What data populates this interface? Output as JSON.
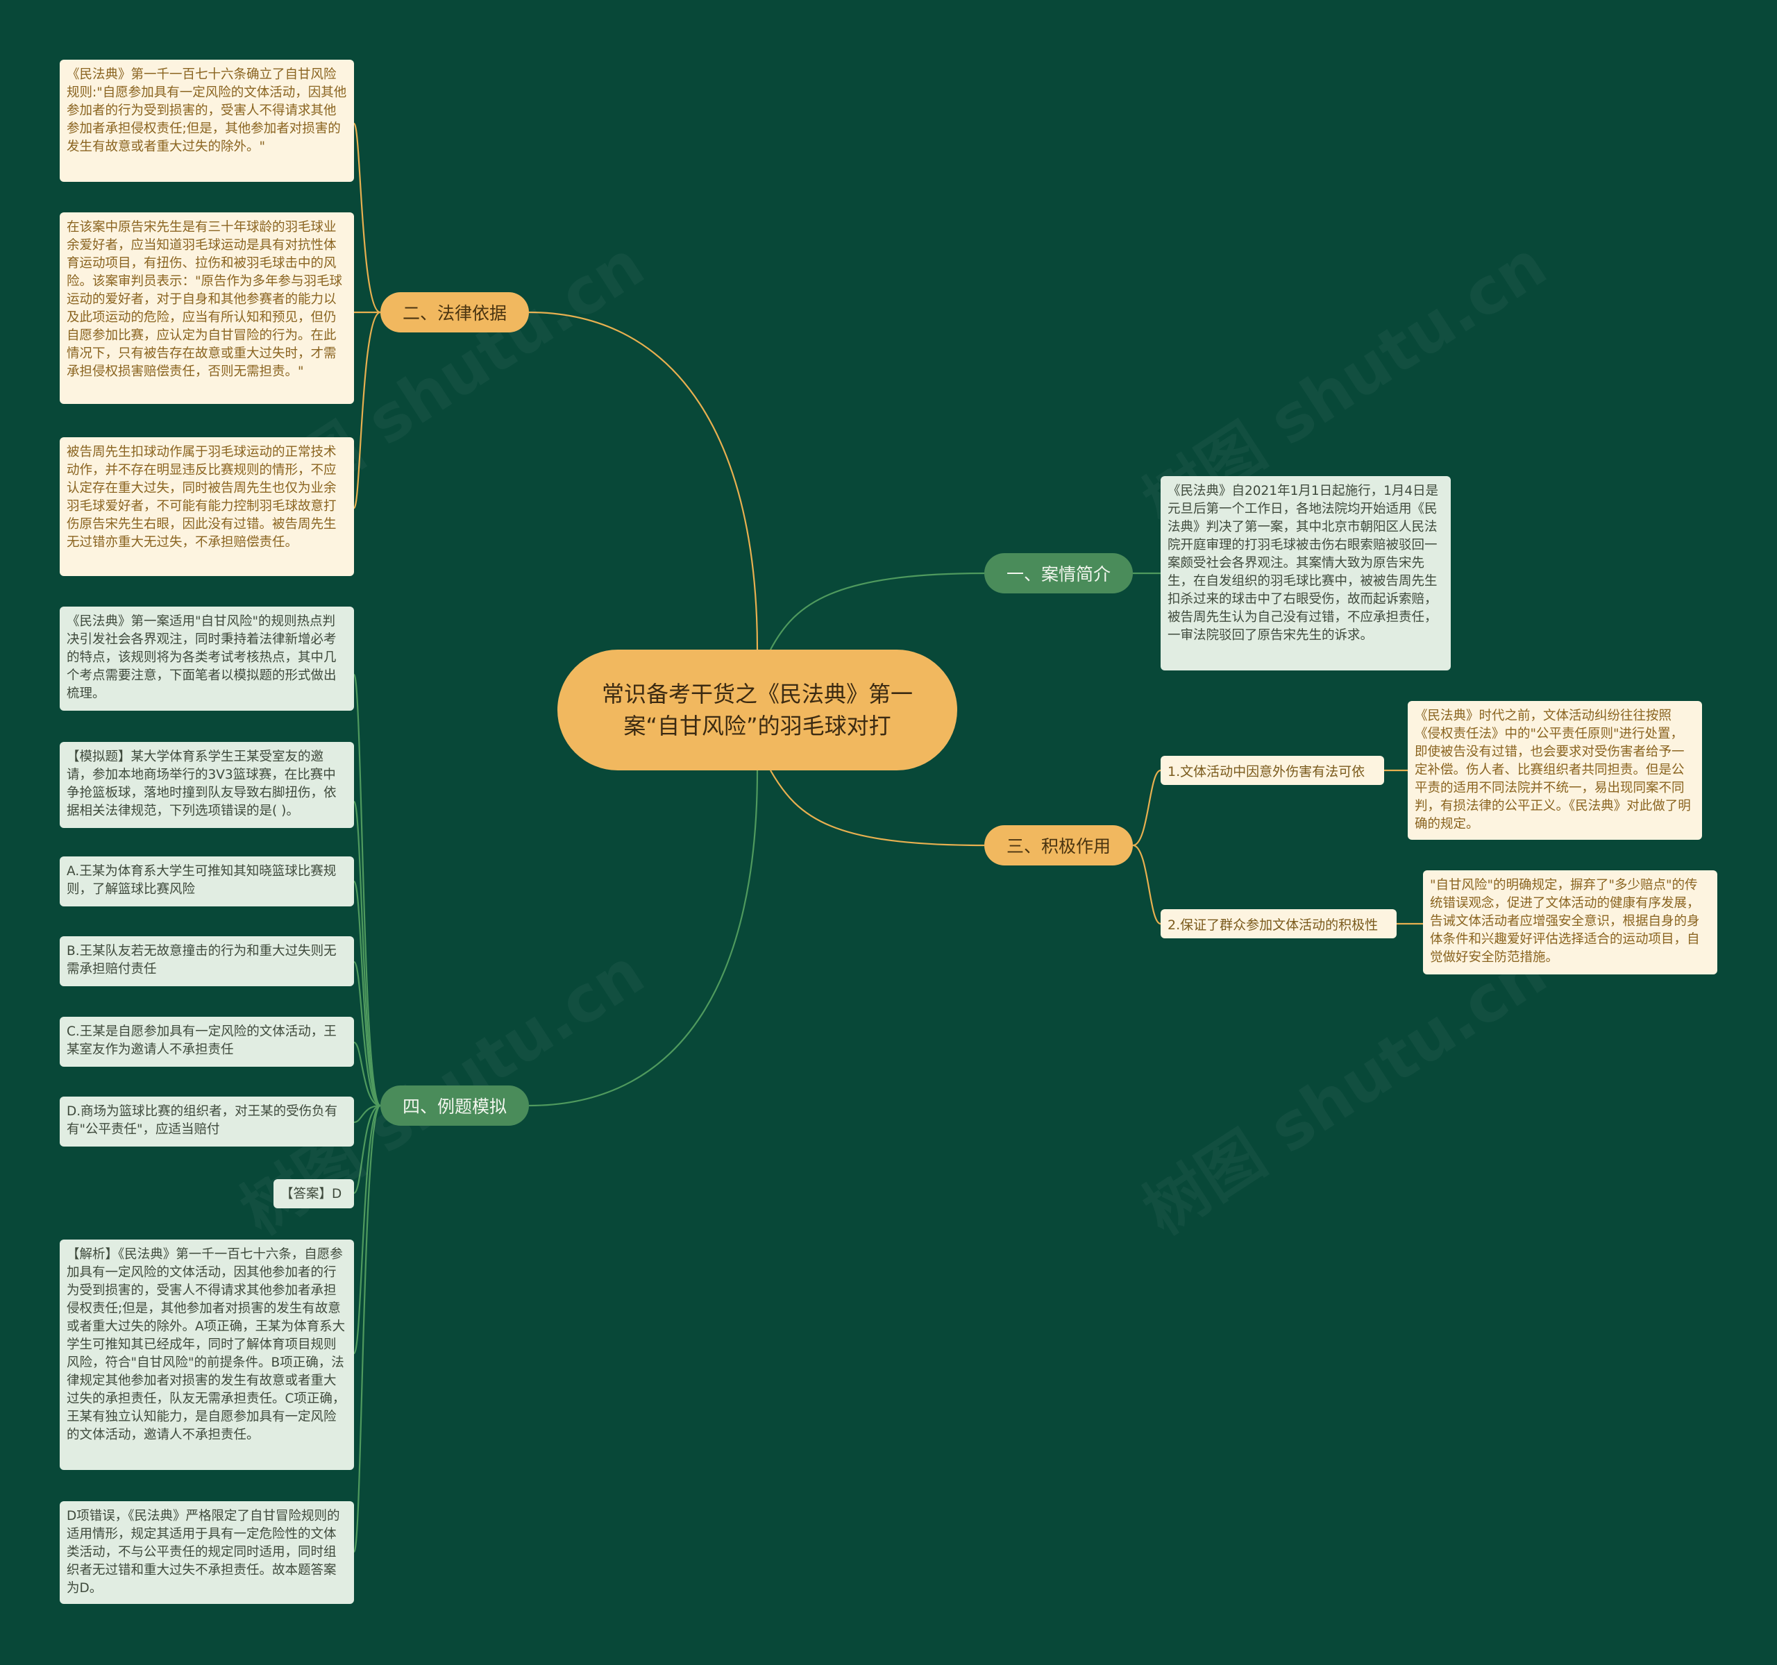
{
  "central": {
    "title": "常识备考干货之《民法典》第一案“自甘风险”的羽毛球对打"
  },
  "branches": {
    "b1": {
      "label": "一、案情简介",
      "cards": [
        "《民法典》自2021年1月1日起施行，1月4日是元旦后第一个工作日，各地法院均开始适用《民法典》判决了第一案，其中北京市朝阳区人民法院开庭审理的打羽毛球被击伤右眼索赔被驳回一案颇受社会各界观注。其案情大致为原告宋先生，在自发组织的羽毛球比赛中，被被告周先生扣杀过来的球击中了右眼受伤，故而起诉索赔，被告周先生认为自己没有过错，不应承担责任，一审法院驳回了原告宋先生的诉求。"
      ]
    },
    "b2": {
      "label": "二、法律依据",
      "cards": [
        "《民法典》第一千一百七十六条确立了自甘风险规则:\"自愿参加具有一定风险的文体活动，因其他参加者的行为受到损害的，受害人不得请求其他参加者承担侵权责任;但是，其他参加者对损害的发生有故意或者重大过失的除外。\"",
        "在该案中原告宋先生是有三十年球龄的羽毛球业余爱好者，应当知道羽毛球运动是具有对抗性体育运动项目，有扭伤、拉伤和被羽毛球击中的风险。该案审判员表示：\"原告作为多年参与羽毛球运动的爱好者，对于自身和其他参赛者的能力以及此项运动的危险，应当有所认知和预见，但仍自愿参加比赛，应认定为自甘冒险的行为。在此情况下，只有被告存在故意或重大过失时，才需承担侵权损害赔偿责任，否则无需担责。\"",
        "被告周先生扣球动作属于羽毛球运动的正常技术动作，并不存在明显违反比赛规则的情形，不应认定存在重大过失，同时被告周先生也仅为业余羽毛球爱好者，不可能有能力控制羽毛球故意打伤原告宋先生右眼，因此没有过错。被告周先生无过错亦重大无过失，不承担赔偿责任。"
      ]
    },
    "b3": {
      "label": "三、积极作用",
      "subs": [
        {
          "label": "1.文体活动中因意外伤害有法可依",
          "card": "《民法典》时代之前，文体活动纠纷往往按照《侵权责任法》中的\"公平责任原则\"进行处置，即使被告没有过错，也会要求对受伤害者给予一定补偿。伤人者、比赛组织者共同担责。但是公平责的适用不同法院并不统一，易出现同案不同判，有损法律的公平正义。《民法典》对此做了明确的规定。"
        },
        {
          "label": "2.保证了群众参加文体活动的积极性",
          "card": "\"自甘风险\"的明确规定，摒弃了\"多少赔点\"的传统错误观念，促进了文体活动的健康有序发展，告诫文体活动者应增强安全意识，根据自身的身体条件和兴趣爱好评估选择适合的运动项目，自觉做好安全防范措施。"
        }
      ]
    },
    "b4": {
      "label": "四、例题模拟",
      "cards": [
        "《民法典》第一案适用\"自甘风险\"的规则热点判决引发社会各界观注，同时秉持着法律新增必考的特点，该规则将为各类考试考核热点，其中几个考点需要注意，下面笔者以模拟题的形式做出梳理。",
        "【模拟题】某大学体育系学生王某受室友的邀请，参加本地商场举行的3V3篮球赛，在比赛中争抢篮板球，落地时撞到队友导致右脚扭伤，依据相关法律规范，下列选项错误的是( )。",
        "A.王某为体育系大学生可推知其知晓篮球比赛规则，了解篮球比赛风险",
        "B.王某队友若无故意撞击的行为和重大过失则无需承担赔付责任",
        "C.王某是自愿参加具有一定风险的文体活动，王某室友作为邀请人不承担责任",
        "D.商场为篮球比赛的组织者，对王某的受伤负有有\"公平责任\"，应适当赔付",
        "【答案】D",
        "【解析】《民法典》第一千一百七十六条，自愿参加具有一定风险的文体活动，因其他参加者的行为受到损害的，受害人不得请求其他参加者承担侵权责任;但是，其他参加者对损害的发生有故意或者重大过失的除外。A项正确，王某为体育系大学生可推知其已经成年，同时了解体育项目规则风险，符合\"自甘风险\"的前提条件。B项正确，法律规定其他参加者对损害的发生有故意或者重大过失的承担责任，队友无需承担责任。C项正确，王某有独立认知能力，是自愿参加具有一定风险的文体活动，邀请人不承担责任。",
        "D项错误，《民法典》严格限定了自甘冒险规则的适用情形，规定其适用于具有一定危险性的文体类活动，不与公平责任的规定同时适用，同时组织者无过错和重大过失不承担责任。故本题答案为D。"
      ]
    }
  },
  "watermark": "树图 shutu.cn",
  "colors": {
    "background": "#084838",
    "central": "#f1b85f",
    "gold_branch": "#f1b85f",
    "green_branch": "#4a8c5a",
    "gold_link": "#e8b050",
    "green_link": "#4f9a5e",
    "cream_card": "#fdf4e0",
    "mint_card": "#e1ede2"
  }
}
